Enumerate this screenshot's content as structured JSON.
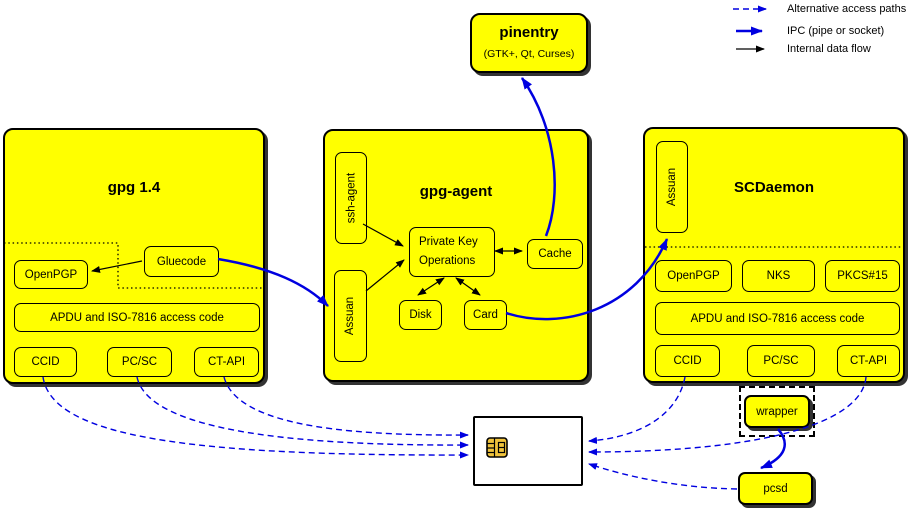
{
  "legend": {
    "items": [
      {
        "label": "Alternative access paths",
        "style": "dashed-blue"
      },
      {
        "label": "IPC (pipe or socket)",
        "style": "thick-blue"
      },
      {
        "label": "Internal data flow",
        "style": "solid-black"
      }
    ]
  },
  "pinentry": {
    "title": "pinentry",
    "subtitle": "(GTK+, Qt, Curses)"
  },
  "gpg14": {
    "title": "gpg 1.4",
    "openpgp": "OpenPGP",
    "gluecode": "Gluecode",
    "apdu": "APDU and ISO-7816 access code",
    "ccid": "CCID",
    "pcsc": "PC/SC",
    "ctapi": "CT-API"
  },
  "gpg_agent": {
    "title": "gpg-agent",
    "ssh_agent": "ssh-agent",
    "assuan": "Assuan",
    "private_key_ops_line1": "Private Key",
    "private_key_ops_line2": "Operations",
    "cache": "Cache",
    "disk": "Disk",
    "card": "Card"
  },
  "scdaemon": {
    "title": "SCDaemon",
    "assuan": "Assuan",
    "openpgp": "OpenPGP",
    "nks": "NKS",
    "pkcs15": "PKCS#15",
    "apdu": "APDU and ISO-7816 access code",
    "ccid": "CCID",
    "pcsc": "PC/SC",
    "ctapi": "CT-API"
  },
  "bottom": {
    "wrapper": "wrapper",
    "pcsd": "pcsd"
  },
  "colors": {
    "box_fill": "#ffff00",
    "blue": "#0000e0",
    "black": "#000000"
  }
}
